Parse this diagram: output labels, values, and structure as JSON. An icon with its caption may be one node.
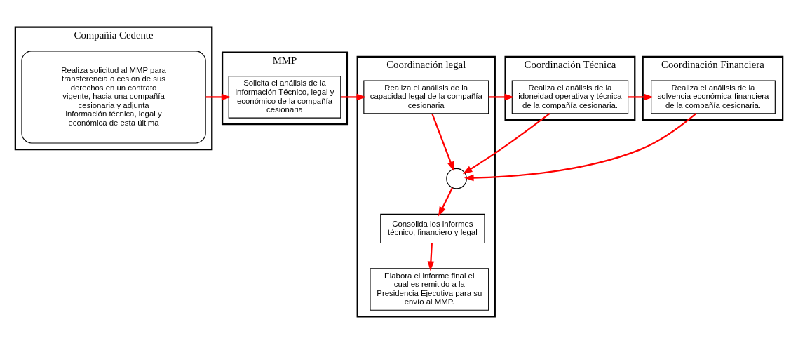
{
  "diagram": {
    "nodes": [
      {
        "text": [
          "Compañía Cedente"
        ]
      },
      {
        "text": [
          "Realiza solicitud al MMP para transferencia o cesión de sus derechos en un contrato vigente, hacia una compañía cesionaria y adjunta información técnica, legal y económica de esta última"
        ],
        "in": 0
      },
      {
        "text": [
          "MMP"
        ]
      },
      {
        "text": [
          "Solicita el análisis de la información Técnico, legal y económico de la compañía cesionaria"
        ],
        "in": 2
      },
      {
        "text": [
          "Coordinación legal"
        ]
      },
      {
        "text": [
          "Realiza el análisis de la capacidad legal de la compañía cesionaria"
        ],
        "in": 4
      },
      {
        "text": [],
        "shape": "circle",
        "in": 4
      },
      {
        "text": [
          "Consolida los informes técnico, financiero y legal"
        ],
        "in": 4
      },
      {
        "text": [
          "Elabora el informe final el cual es remitido a la Presidencia Ejecutiva para su envío al MMP."
        ],
        "in": 4
      },
      {
        "text": [
          "Coordinación Técnica"
        ]
      },
      {
        "text": [
          "Realiza el análisis de la idoneidad operativa y técnica de la compañía cesionaria."
        ],
        "in": 9
      },
      {
        "text": [
          "Coordinación Financiera"
        ]
      },
      {
        "text": [
          "Realiza el análisis de la solvencia económica-financiera de la compañía cesionaria."
        ],
        "in": 11
      }
    ],
    "edges": [
      {
        "from": 1,
        "to": 3,
        "arrow": "to"
      },
      {
        "from": 3,
        "to": 5,
        "arrow": "to"
      },
      {
        "from": 5,
        "to": 10,
        "arrow": "to"
      },
      {
        "from": 10,
        "to": 12,
        "arrow": "to"
      },
      {
        "from": 5,
        "to": 6,
        "arrow": "to"
      },
      {
        "from": 10,
        "to": 6,
        "arrow": "to"
      },
      {
        "from": 12,
        "to": 6,
        "arrow": "to"
      },
      {
        "from": 6,
        "to": 7,
        "arrow": "to"
      },
      {
        "from": 7,
        "to": 8,
        "arrow": "to"
      }
    ]
  }
}
